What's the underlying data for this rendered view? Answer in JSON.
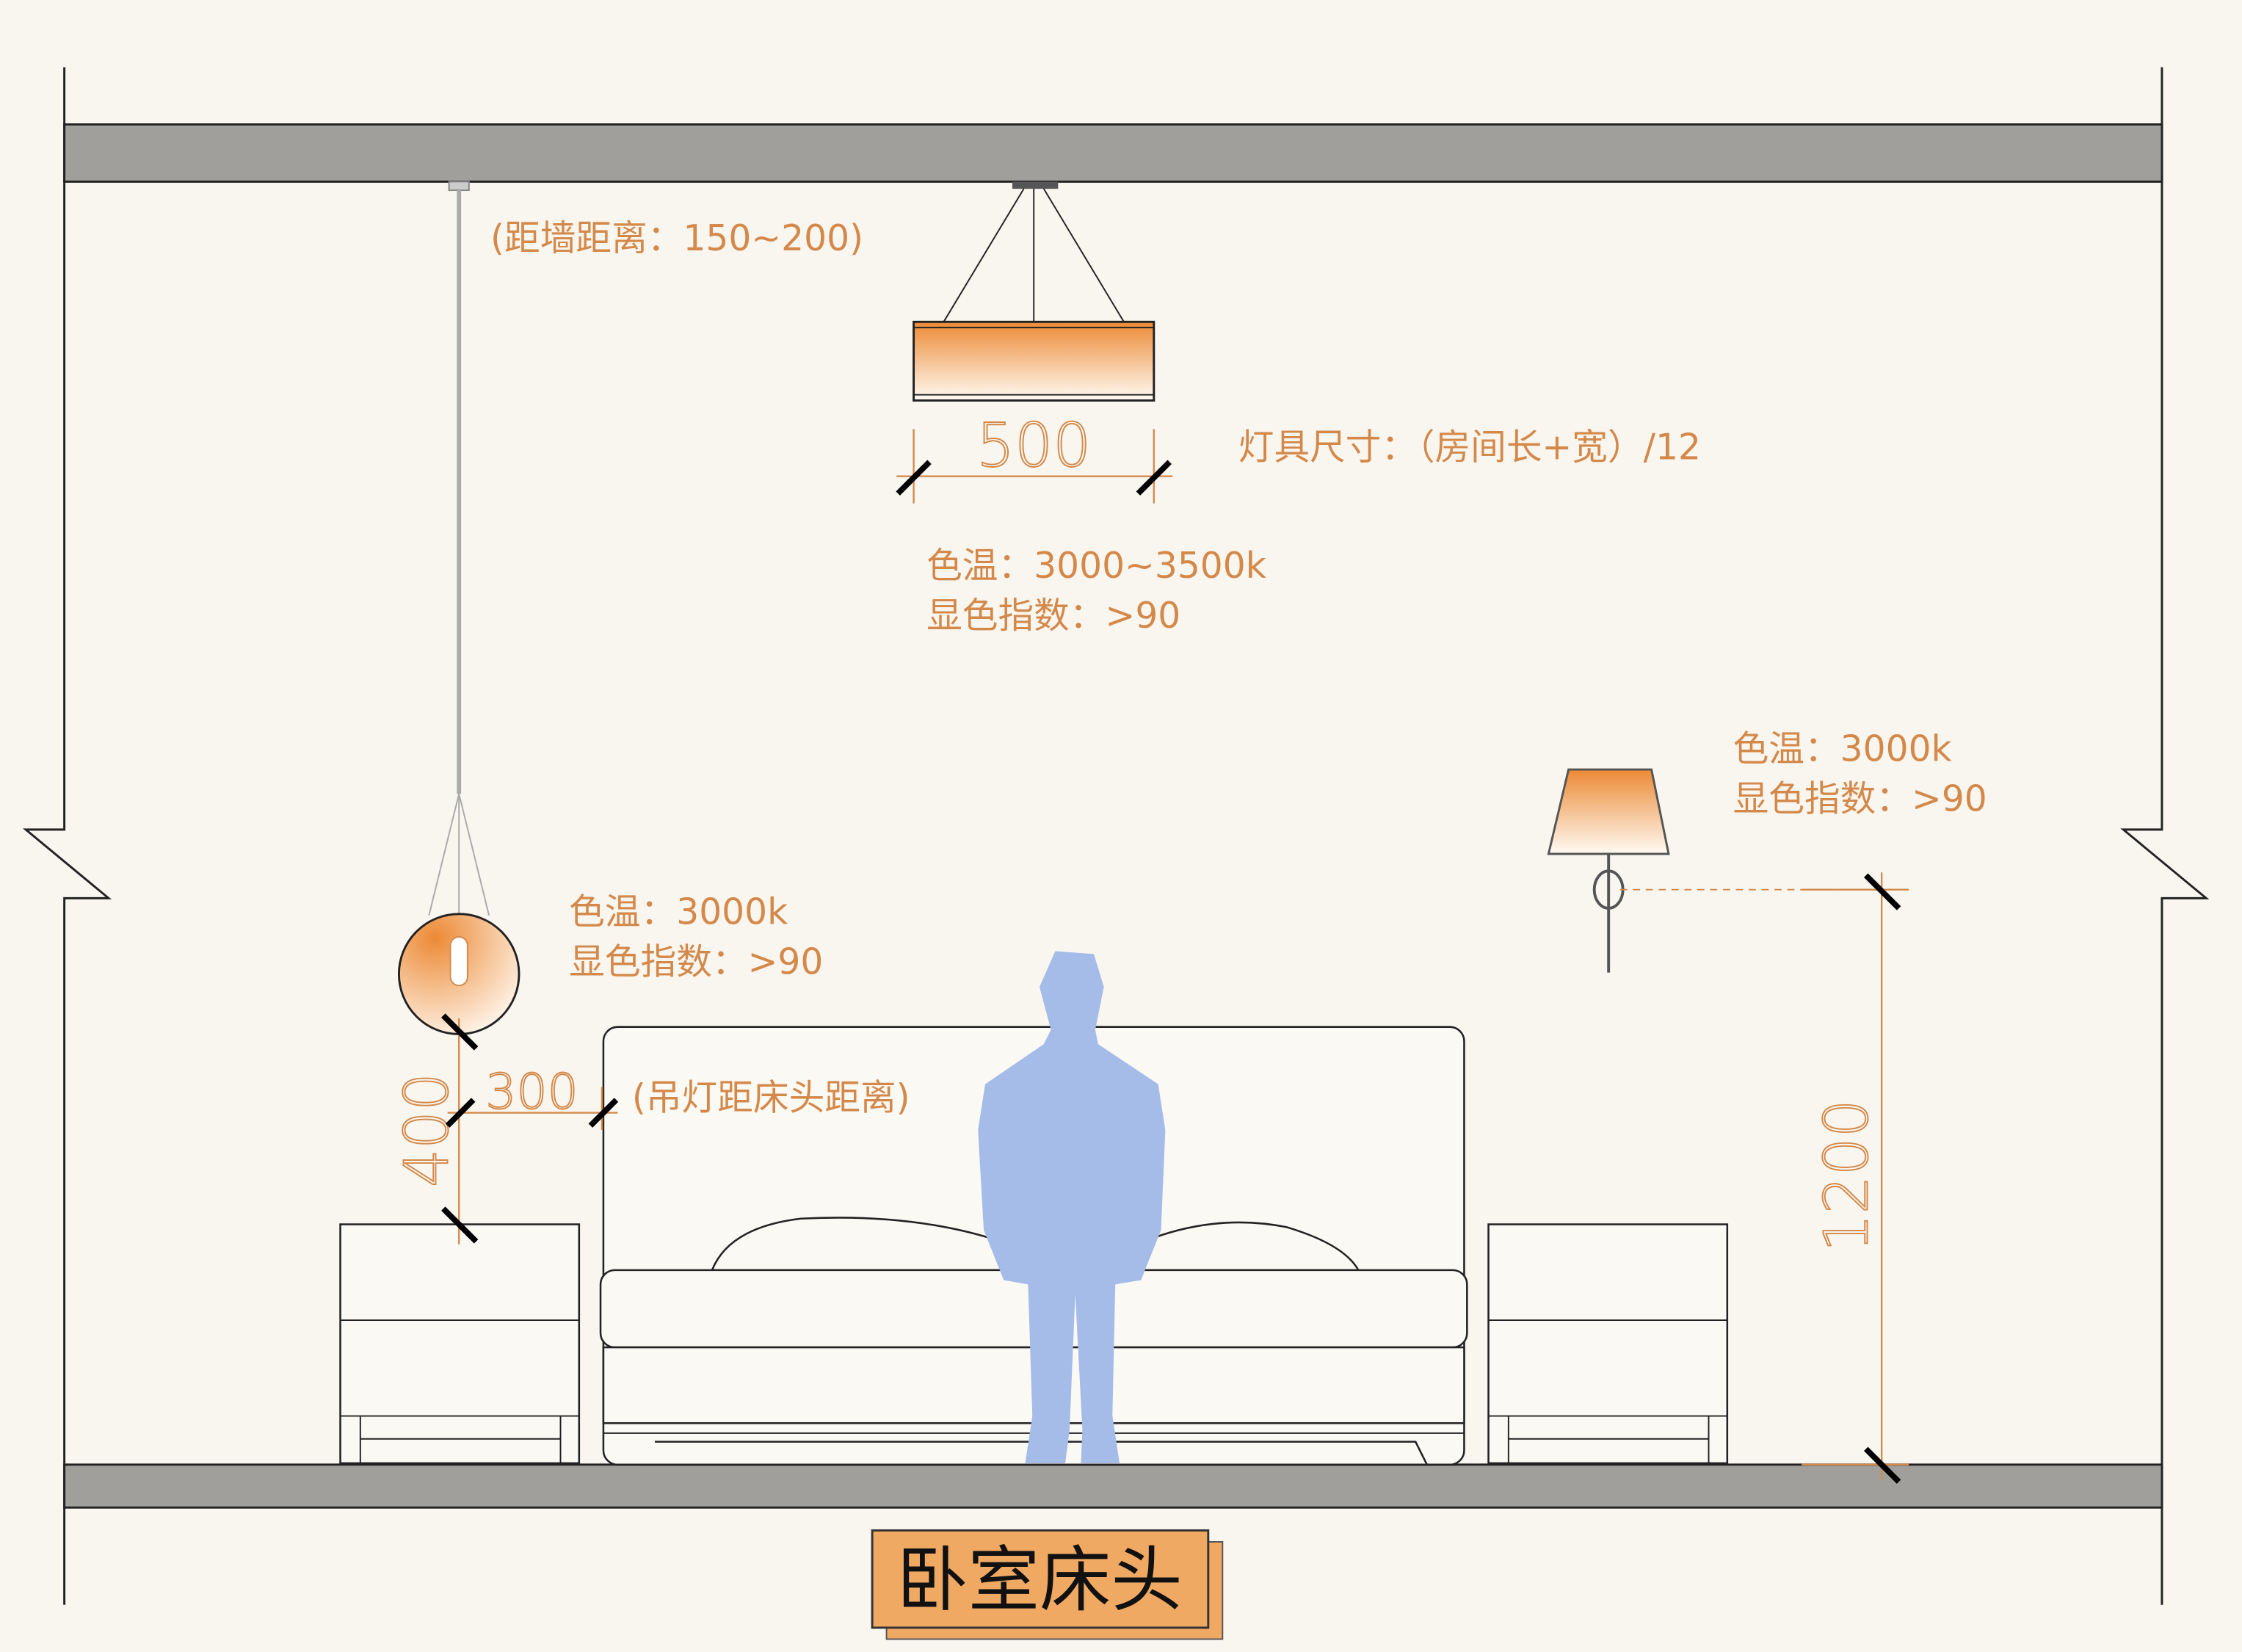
{
  "title": "卧室床头",
  "annotations": {
    "wall_distance": "(距墙距离：150~200)",
    "fixture_size": "灯具尺寸：（房间长+宽）/12",
    "chandelier_color_temp": "色温：3000~3500k",
    "chandelier_cri": "显色指数：>90",
    "pendant_color_temp": "色温：3000k",
    "pendant_cri": "显色指数：>90",
    "sconce_color_temp": "色温：3000k",
    "sconce_cri": "显色指数：>90",
    "pendant_headboard_distance": "(吊灯距床头距离)"
  },
  "dimensions": {
    "chandelier_width": "500",
    "pendant_height_above_nightstand": "400",
    "pendant_offset": "300",
    "sconce_height": "1200"
  },
  "colors": {
    "annotation": "#d4894a",
    "slab": "#a09f9b",
    "person": "#a5bce9",
    "title_box": "#f0a963",
    "background": "#f9f6f0"
  }
}
